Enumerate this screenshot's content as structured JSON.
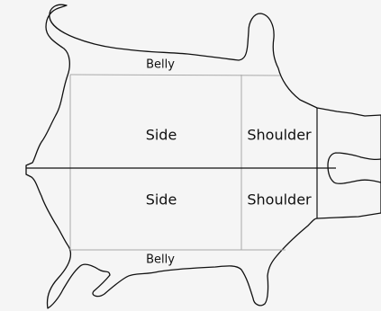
{
  "diagram": {
    "labels": {
      "belly_top": "Belly",
      "side_top": "Side",
      "shoulder_top": "Shoulder",
      "side_bottom": "Side",
      "shoulder_bottom": "Shoulder",
      "belly_bottom": "Belly"
    }
  }
}
